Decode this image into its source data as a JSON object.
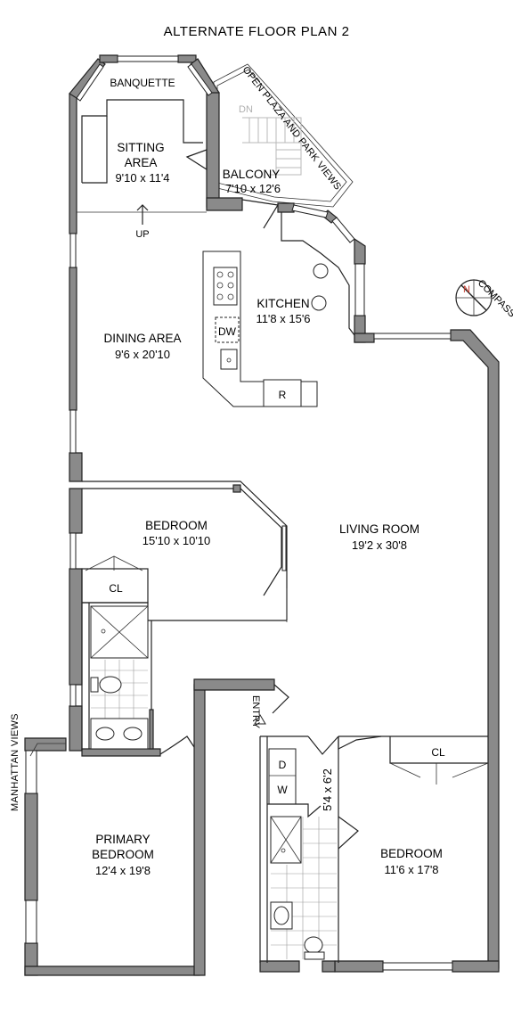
{
  "title": "ALTERNATE FLOOR PLAN 2",
  "views": {
    "plaza": "OPEN PLAZA AND PARK VIEWS",
    "manhattan": "MANHATTAN VIEWS"
  },
  "compass": {
    "label": "COMPASS",
    "north": "N"
  },
  "rooms": {
    "banquette": {
      "name": "BANQUETTE"
    },
    "sitting": {
      "name": "SITTING",
      "name2": "AREA",
      "dims": "9'10 x 11'4"
    },
    "balcony": {
      "name": "BALCONY",
      "dims": "7'10 x 12'6"
    },
    "kitchen": {
      "name": "KITCHEN",
      "dims": "11'8 x 15'6"
    },
    "dining": {
      "name": "DINING AREA",
      "dims": "9'6 x 20'10"
    },
    "bedroom1": {
      "name": "BEDROOM",
      "dims": "15'10 x 10'10"
    },
    "living": {
      "name": "LIVING ROOM",
      "dims": "19'2 x 30'8"
    },
    "primary": {
      "name": "PRIMARY",
      "name2": "BEDROOM",
      "dims": "12'4 x 19'8"
    },
    "bedroom2": {
      "name": "BEDROOM",
      "dims": "11'6 x 17'8"
    },
    "hall_closet": {
      "dims": "5'4 x 6'2"
    }
  },
  "labels": {
    "up": "UP",
    "dn": "DN",
    "dw": "DW",
    "r": "R",
    "cl1": "CL",
    "cl2": "CL",
    "entry": "ENTRY",
    "d": "D",
    "w": "W"
  }
}
